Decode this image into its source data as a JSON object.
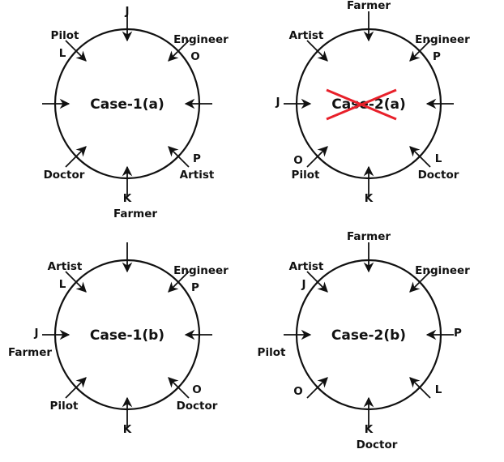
{
  "colors": {
    "stroke": "#111111",
    "cross": "#e8202a"
  },
  "cases": [
    {
      "title": "Case-1(a)",
      "crossed": false,
      "slots": {
        "top": {
          "person": "J",
          "profession": ""
        },
        "top-right": {
          "person": "O",
          "profession": "Engineer"
        },
        "right": {
          "person": "",
          "profession": ""
        },
        "bottom-right": {
          "person": "P",
          "profession": "Artist"
        },
        "bottom": {
          "person": "K",
          "profession": "Farmer"
        },
        "bottom-left": {
          "person": "",
          "profession": "Doctor"
        },
        "left": {
          "person": "",
          "profession": ""
        },
        "top-left": {
          "person": "L",
          "profession": "Pilot"
        }
      }
    },
    {
      "title": "Case-2(a)",
      "crossed": true,
      "slots": {
        "top": {
          "person": "",
          "profession": "Farmer"
        },
        "top-right": {
          "person": "P",
          "profession": "Engineer"
        },
        "right": {
          "person": "",
          "profession": ""
        },
        "bottom-right": {
          "person": "L",
          "profession": "Doctor"
        },
        "bottom": {
          "person": "K",
          "profession": ""
        },
        "bottom-left": {
          "person": "O",
          "profession": "Pilot"
        },
        "left": {
          "person": "J",
          "profession": ""
        },
        "top-left": {
          "person": "",
          "profession": "Artist"
        }
      }
    },
    {
      "title": "Case-1(b)",
      "crossed": false,
      "slots": {
        "top": {
          "person": "",
          "profession": ""
        },
        "top-right": {
          "person": "P",
          "profession": "Engineer"
        },
        "right": {
          "person": "",
          "profession": ""
        },
        "bottom-right": {
          "person": "O",
          "profession": "Doctor"
        },
        "bottom": {
          "person": "K",
          "profession": ""
        },
        "bottom-left": {
          "person": "",
          "profession": "Pilot"
        },
        "left": {
          "person": "J",
          "profession": "Farmer"
        },
        "top-left": {
          "person": "L",
          "profession": "Artist"
        }
      }
    },
    {
      "title": "Case-2(b)",
      "crossed": false,
      "slots": {
        "top": {
          "person": "",
          "profession": "Farmer"
        },
        "top-right": {
          "person": "",
          "profession": "Engineer"
        },
        "right": {
          "person": "P",
          "profession": ""
        },
        "bottom-right": {
          "person": "L",
          "profession": ""
        },
        "bottom": {
          "person": "K",
          "profession": "Doctor"
        },
        "bottom-left": {
          "person": "O",
          "profession": ""
        },
        "left": {
          "person": "",
          "profession": "Pilot"
        },
        "top-left": {
          "person": "J",
          "profession": "Artist"
        }
      }
    }
  ]
}
